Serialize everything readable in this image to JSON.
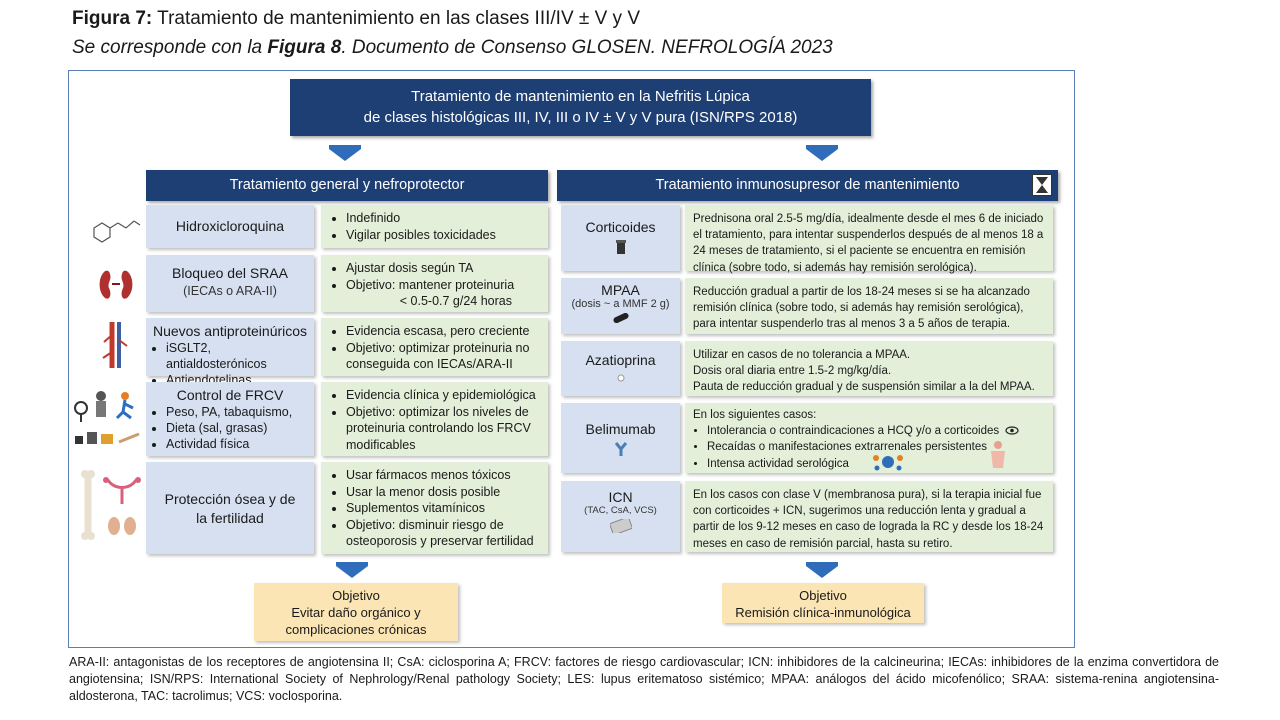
{
  "figure": {
    "title_bold": "Figura 7:",
    "title_rest": " Tratamiento de mantenimiento en las clases III/IV ± V y V",
    "subtitle_a": "Se corresponde con la ",
    "subtitle_bold": "Figura 8",
    "subtitle_b": ". Documento de Consenso GLOSEN. NEFROLOGÍA 2023"
  },
  "main_header": {
    "line1": "Tratamiento de mantenimiento en la Nefritis Lúpica",
    "line2": "de clases histológicas III, IV, III o IV ± V y V pura (ISN/RPS 2018)"
  },
  "left": {
    "header": "Tratamiento general y nefroprotector",
    "rows": [
      {
        "label": "Hidroxicloroquina",
        "sub": "",
        "sub_items": [],
        "bullets": [
          "Indefinido",
          "Vigilar posibles toxicidades"
        ]
      },
      {
        "label": "Bloqueo del SRAA",
        "sub": "(IECAs o ARA-II)",
        "sub_items": [],
        "bullets": [
          "Ajustar dosis según TA",
          "Objetivo: mantener proteinuria"
        ],
        "extra": "< 0.5-0.7 g/24 horas"
      },
      {
        "label": "Nuevos antiproteinúricos",
        "sub": "",
        "sub_items": [
          "iSGLT2, antialdosterónicos",
          "Antiendotelinas"
        ],
        "bullets": [
          "Evidencia escasa, pero creciente",
          "Objetivo: optimizar proteinuria no conseguida con IECAs/ARA-II"
        ]
      },
      {
        "label": "Control de FRCV",
        "sub": "",
        "sub_items": [
          "Peso, PA, tabaquismo,",
          "Dieta (sal, grasas)",
          "Actividad física"
        ],
        "bullets": [
          "Evidencia clínica y epidemiológica",
          "Objetivo: optimizar los niveles de proteinuria controlando los FRCV modificables"
        ]
      },
      {
        "label": "Protección ósea y de la fertilidad",
        "sub": "",
        "sub_items": [],
        "bullets": [
          "Usar fármacos menos tóxicos",
          "Usar la menor dosis posible",
          "Suplementos vitamínicos",
          "Objetivo: disminuir riesgo de osteoporosis y preservar fertilidad"
        ]
      }
    ],
    "goal": {
      "title": "Objetivo",
      "line1": "Evitar daño orgánico y",
      "line2": "complicaciones crónicas"
    }
  },
  "right": {
    "header": "Tratamiento inmunosupresor de mantenimiento",
    "rows": [
      {
        "label": "Corticoides",
        "sub": "",
        "text": "Prednisona oral 2.5-5 mg/día, idealmente desde el mes 6 de iniciado el tratamiento, para intentar suspenderlos después de al menos 18 a 24 meses de tratamiento, si el paciente se encuentra en remisión clínica (sobre todo, si además hay remisión serológica)."
      },
      {
        "label": "MPAA",
        "sub": "(dosis ~ a MMF 2 g)",
        "text": "Reducción gradual a partir de los 18-24 meses si se ha alcanzado remisión clínica (sobre todo, si además hay remisión serológica), para intentar suspenderlo tras al menos 3 a 5 años de terapia."
      },
      {
        "label": "Azatioprina",
        "sub": "",
        "lines": [
          "Utilizar en casos de no tolerancia a MPAA.",
          "Dosis oral diaria entre 1.5-2 mg/kg/día.",
          "Pauta de reducción gradual y de suspensión similar a la del MPAA."
        ]
      },
      {
        "label": "Belimumab",
        "sub": "",
        "intro": "En los siguientes casos:",
        "bullets": [
          "Intolerancia o contraindicaciones a HCQ y/o a corticoides",
          "Recaídas o manifestaciones extrarrenales persistentes",
          "Intensa actividad serológica"
        ]
      },
      {
        "label": "ICN",
        "sub": "(TAC, CsA, VCS)",
        "text": "En los casos con clase V (membranosa pura), si la terapia inicial fue con corticoides + ICN, sugerimos una reducción lenta y gradual a partir de los 9-12 meses en caso de lograda la RC y desde los 18-24 meses en caso de remisión parcial, hasta su retiro."
      }
    ],
    "goal": {
      "title": "Objetivo",
      "line1": "Remisión clínica-inmunológica"
    }
  },
  "footnote": "ARA-II: antagonistas de los receptores de angiotensina II; CsA: ciclosporina A; FRCV: factores de riesgo cardiovascular; ICN: inhibidores de la calcineurina; IECAs: inhibidores de la enzima convertidora de angiotensina; ISN/RPS: International Society of Nephrology/Renal pathology Society; LES: lupus eritematoso sistémico; MPAA: análogos del ácido micofenólico; SRAA: sistema-renina angiotensina-aldosterona, TAC: tacrolimus; VCS: voclosporina.",
  "colors": {
    "navy": "#1e3f73",
    "label_blue": "#d6e0f0",
    "bullet_green": "#e3efd9",
    "goal_yellow": "#fbe5b4",
    "arrow_blue": "#2f6dbb"
  }
}
